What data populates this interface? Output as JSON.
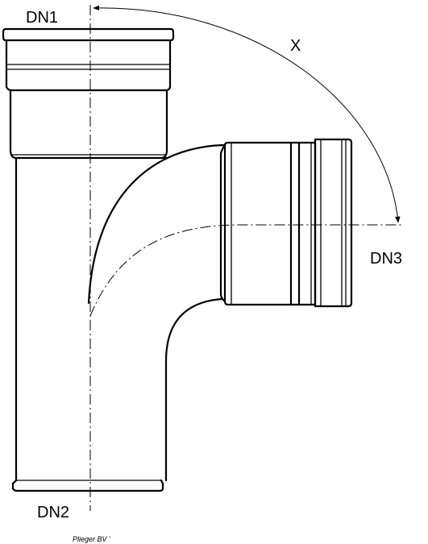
{
  "labels": {
    "dn1": "DN1",
    "dn2": "DN2",
    "dn3": "DN3",
    "angle": "X"
  },
  "credit": "Plieger BV '"
}
